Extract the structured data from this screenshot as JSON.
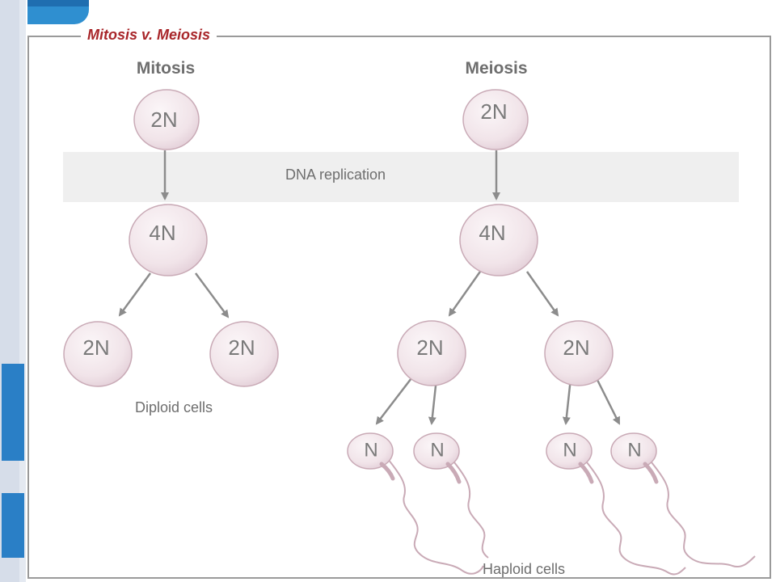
{
  "title": "Mitosis v. Meiosis",
  "columns": {
    "mitosis": "Mitosis",
    "meiosis": "Meiosis"
  },
  "band_label": "DNA replication",
  "cell_labels": {
    "mitosis_top": "2N",
    "mitosis_mid": "4N",
    "mitosis_left": "2N",
    "mitosis_right": "2N",
    "meiosis_top": "2N",
    "meiosis_mid": "4N",
    "meiosis_left": "2N",
    "meiosis_right": "2N",
    "sperm_1": "N",
    "sperm_2": "N",
    "sperm_3": "N",
    "sperm_4": "N"
  },
  "captions": {
    "diploid": "Diploid cells",
    "haploid": "Haploid cells"
  },
  "colors": {
    "title": "#a8262a",
    "cell_fill": "#f1e4e9",
    "cell_stroke": "#c9aab6",
    "arrow": "#8c8c8c",
    "band": "#efefef",
    "text": "#6e6e6e"
  }
}
